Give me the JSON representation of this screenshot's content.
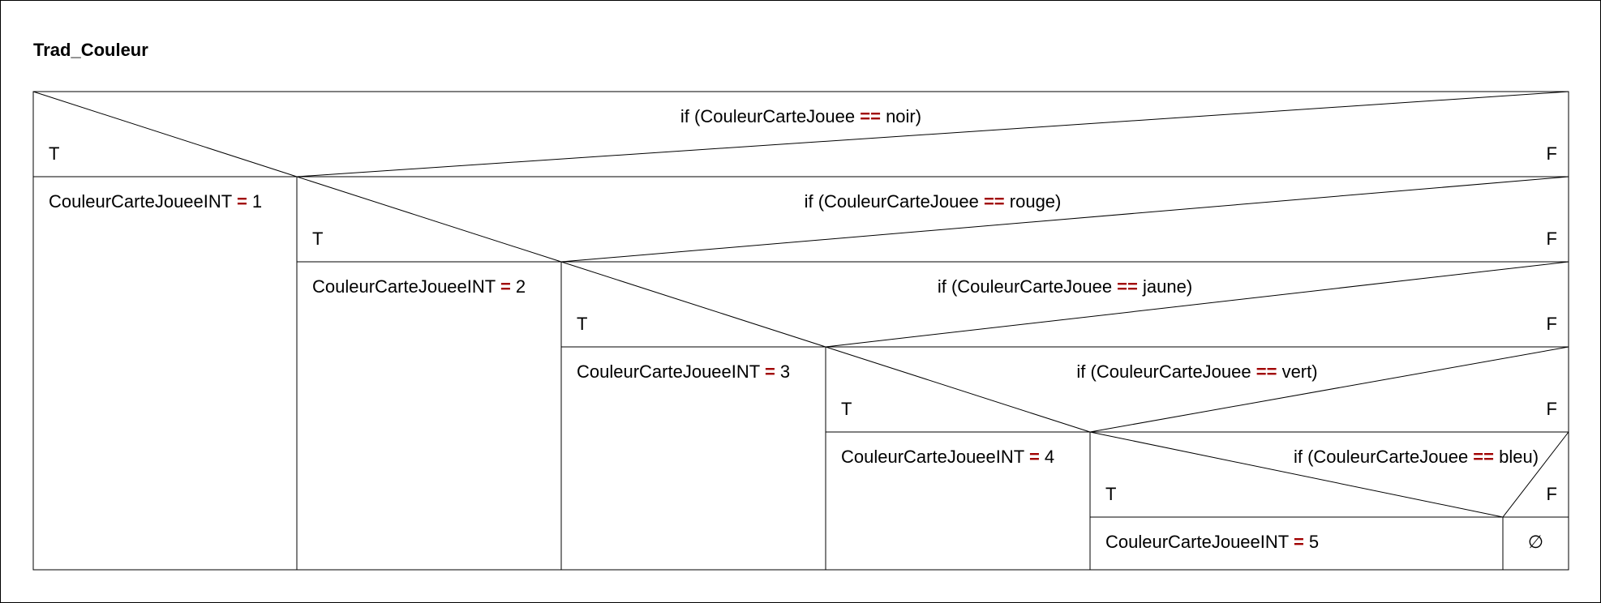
{
  "title": "Trad_Couleur",
  "true_label": "T",
  "false_label": "F",
  "empty_symbol": "∅",
  "operator_color": "#a00000",
  "conditions": [
    {
      "prefix": "if (CouleurCarteJouee ",
      "op": "==",
      "suffix": " noir)"
    },
    {
      "prefix": "if (CouleurCarteJouee ",
      "op": "==",
      "suffix": " rouge)"
    },
    {
      "prefix": "if (CouleurCarteJouee ",
      "op": "==",
      "suffix": " jaune)"
    },
    {
      "prefix": "if (CouleurCarteJouee ",
      "op": "==",
      "suffix": " vert)"
    },
    {
      "prefix": "if (CouleurCarteJouee ",
      "op": "==",
      "suffix": " bleu)"
    }
  ],
  "assignments": [
    {
      "var": "CouleurCarteJoueeINT ",
      "op": "=",
      "value": " 1"
    },
    {
      "var": "CouleurCarteJoueeINT ",
      "op": "=",
      "value": " 2"
    },
    {
      "var": "CouleurCarteJoueeINT ",
      "op": "=",
      "value": " 3"
    },
    {
      "var": "CouleurCarteJoueeINT ",
      "op": "=",
      "value": " 4"
    },
    {
      "var": "CouleurCarteJoueeINT ",
      "op": "=",
      "value": " 5"
    }
  ]
}
